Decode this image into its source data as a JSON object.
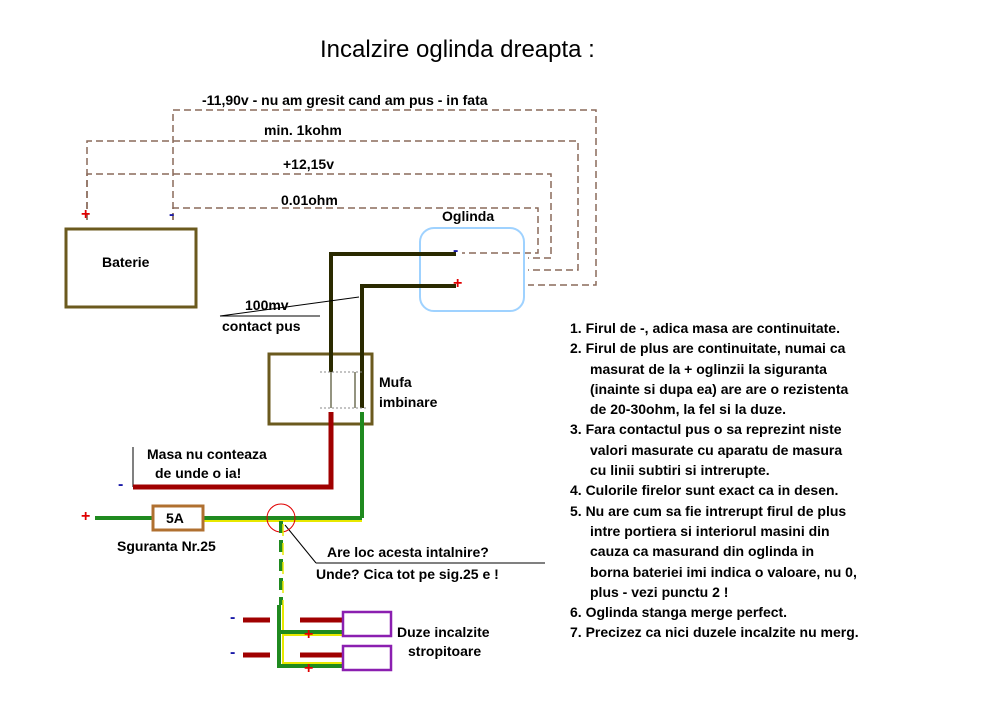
{
  "title": "Incalzire oglinda dreapta :",
  "measurements": {
    "m1": "-11,90v - nu am gresit cand am pus - in fata",
    "m2": "min. 1kohm",
    "m3": "+12,15v",
    "m4": "0.01ohm",
    "m5_line1": "100mv",
    "m5_line2": "contact pus"
  },
  "components": {
    "battery": "Baterie",
    "mirror": "Oglinda",
    "connector_line1": "Mufa",
    "connector_line2": "imbinare",
    "fuse_value": "5A",
    "fuse_name": "Sguranta Nr.25",
    "nozzles_line1": "Duze incalzite",
    "nozzles_line2": "stropitoare"
  },
  "annotations": {
    "ground_line1": "Masa nu conteaza",
    "ground_line2": "de unde o ia!",
    "question_line1": "Are loc acesta intalnire?",
    "question_line2": "Unde? Cica tot pe sig.25 e !"
  },
  "signs": {
    "plus": "+",
    "minus": "-"
  },
  "notes": [
    "1. Firul de -, adica masa are continuitate.",
    "2. Firul de plus are continuitate, numai ca",
    "masurat de la + oglinzii la siguranta",
    "(inainte si dupa ea) are are o rezistenta",
    "de 20-30ohm, la fel si la duze.",
    "3. Fara contactul pus o sa reprezint niste",
    "valori masurate cu aparatu de masura",
    "cu linii subtiri si intrerupte.",
    "4. Culorile firelor sunt exact ca in desen.",
    "5. Nu are cum sa fie intrerupt firul de plus",
    "intre portiera si interiorul masini din",
    "cauza ca masurand din oglinda in",
    "borna bateriei imi indica o valoare, nu 0,",
    "plus - vezi punctu 2 !",
    "6. Oglinda stanga merge perfect.",
    "7. Precizez ca nici duzele incalzite nu merg."
  ],
  "colors": {
    "wire_dark": "#2a2a00",
    "wire_red": "#a00000",
    "wire_green": "#1f8a1f",
    "wire_yellow": "#e8e800",
    "wire_dashed": "#8a6a5a",
    "box_brown": "#6b5a1e",
    "mirror_blue": "#9fd2ff",
    "nozzle_purple": "#8b1fb0",
    "fuse_brown": "#b07030",
    "highlight_red": "#e00000"
  }
}
